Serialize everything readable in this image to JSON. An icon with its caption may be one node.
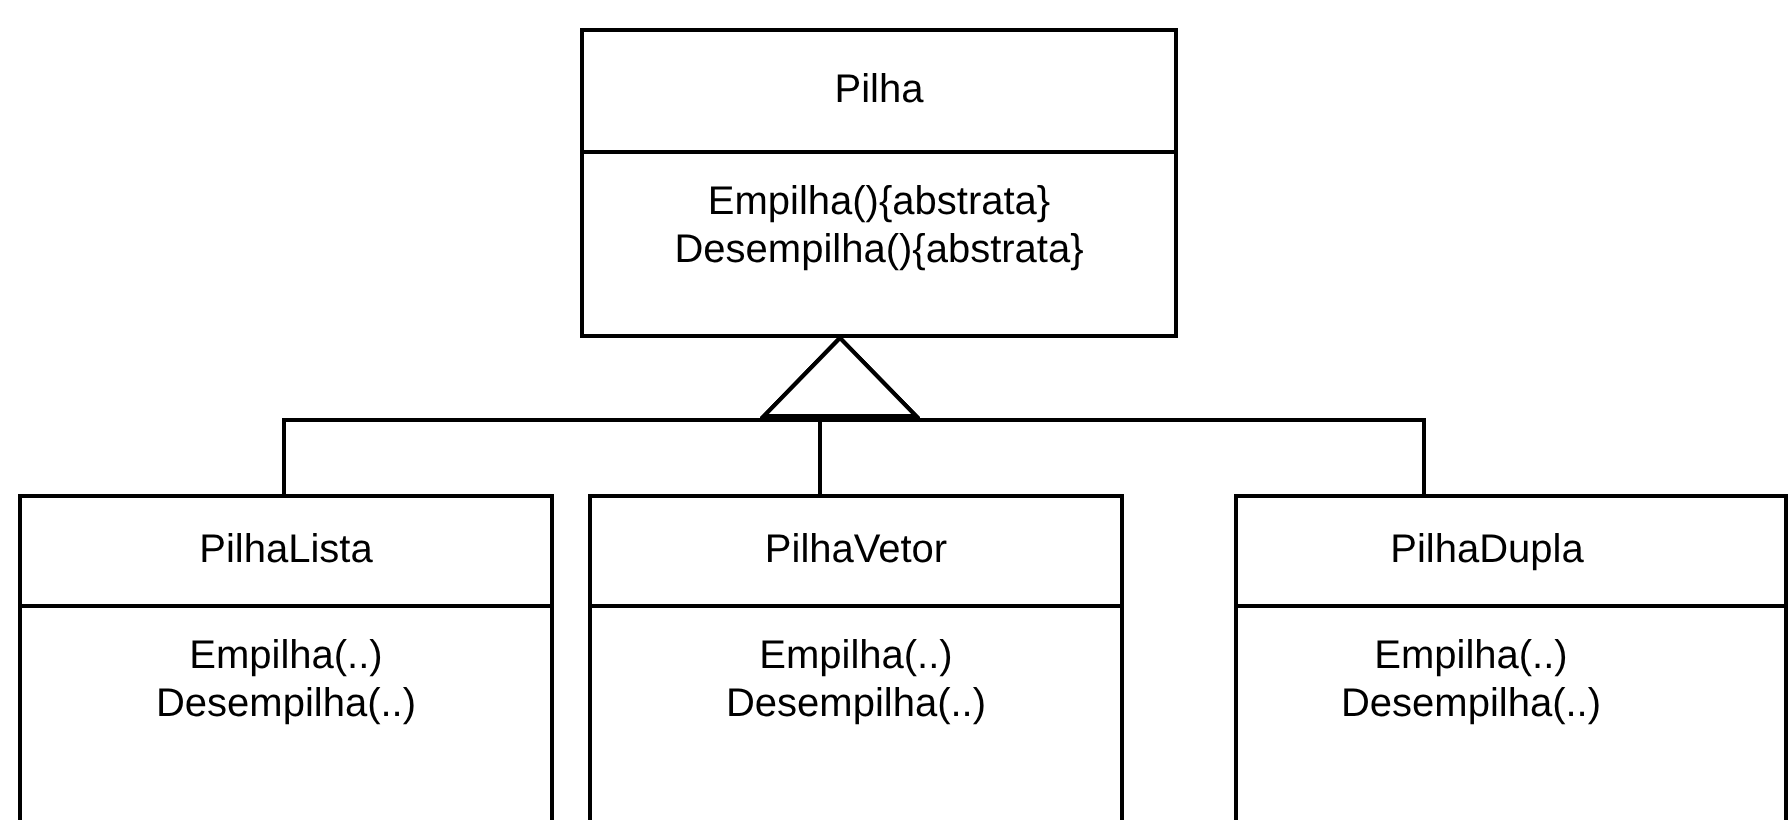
{
  "diagram": {
    "nodes": [
      {
        "text": [
          "Pilha",
          "Empilha(){abstrata} Desempilha(){abstrata}"
        ]
      },
      {
        "text": [
          "PilhaLista",
          "Empilha(..) Desempilha(..)"
        ]
      },
      {
        "text": [
          "PilhaVetor",
          "Empilha(..) Desempilha(..)"
        ]
      },
      {
        "text": [
          "PilhaDupla",
          "Empilha(..) Desempilha(..)"
        ]
      }
    ],
    "edges": [
      {
        "from": 1,
        "to": 0,
        "arrow": "to"
      },
      {
        "from": 2,
        "to": 0,
        "arrow": "to"
      },
      {
        "from": 3,
        "to": 0,
        "arrow": "to"
      }
    ]
  }
}
